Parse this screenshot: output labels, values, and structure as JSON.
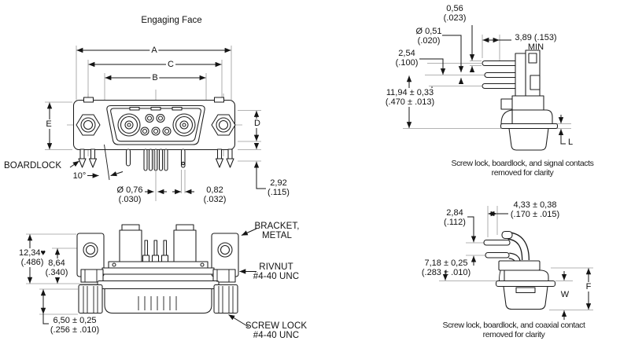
{
  "colors": {
    "line": "#1c1c1c",
    "extension": "#9a9a9a",
    "background": "#ffffff"
  },
  "title": "Engaging Face",
  "front_view": {
    "dim_a": "A",
    "dim_b": "B",
    "dim_c": "C",
    "dim_d": "D",
    "dim_e": "E",
    "boardlock": "BOARDLOCK",
    "angle": "10°",
    "dim_292_mm": "2,92",
    "dim_292_in": "(.115)",
    "dim_076_mm": "Ø 0,76",
    "dim_076_in": "(.030)",
    "dim_082_mm": "0,82",
    "dim_082_in": "(.032)"
  },
  "signal_view": {
    "dim_056_mm": "0,56",
    "dim_056_in": "(.023)",
    "dim_051_mm": "Ø 0,51",
    "dim_051_in": "(.020)",
    "dim_254_mm": "2,54",
    "dim_254_in": "(.100)",
    "dim_389": "3,89 (.153)",
    "dim_389_min": "MIN",
    "dim_1194_mm": "11,94 ± 0,33",
    "dim_1194_in": "(.470 ± .013)",
    "dim_l": "L",
    "caption_1": "Screw lock, boardlock, and signal contacts",
    "caption_2": "removed for clarity"
  },
  "rear_view": {
    "dim_1234_mm": "12,34♥",
    "dim_1234_in": "(.486)",
    "dim_864_mm": "8,64",
    "dim_864_in": "(.340)",
    "dim_650_mm": "6,50 ± 0,25",
    "dim_650_in": "(.256 ± .010)",
    "bracket_1": "BRACKET,",
    "bracket_2": "METAL",
    "rivnut_1": "RIVNUT",
    "rivnut_2": "#4-40 UNC",
    "screwlock_1": "SCREW LOCK",
    "screwlock_2": "#4-40 UNC"
  },
  "coax_view": {
    "dim_433_mm": "4,33 ± 0,38",
    "dim_433_in": "(.170 ± .015)",
    "dim_284_mm": "2,84",
    "dim_284_in": "(.112)",
    "dim_718_mm": "7,18 ± 0,25",
    "dim_718_in": "(.283 ± .010)",
    "dim_w": "W",
    "dim_f": "F",
    "caption_1": "Screw lock, boardlock, and coaxial contact",
    "caption_2": "removed for clarity"
  }
}
